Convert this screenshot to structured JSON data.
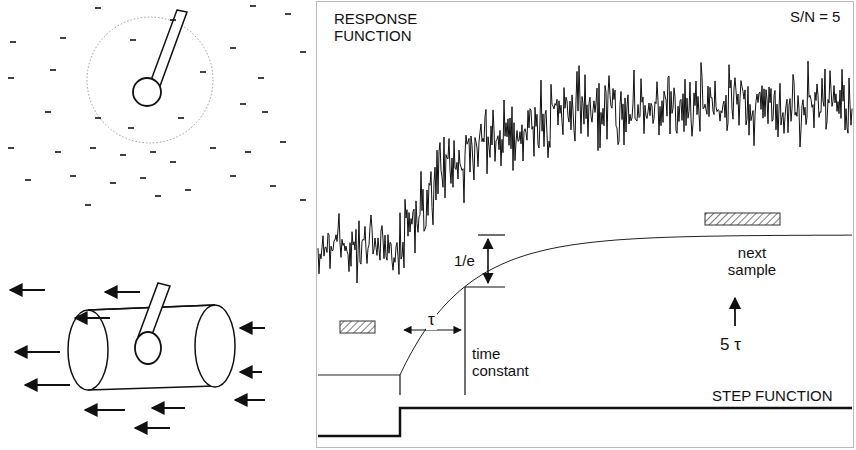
{
  "diagram": {
    "labels": [
      "RESPONSE FUNCTION",
      "S/N = 5",
      "1/e",
      "τ",
      "time constant",
      "next sample",
      "5 τ",
      "STEP FUNCTION"
    ]
  }
}
